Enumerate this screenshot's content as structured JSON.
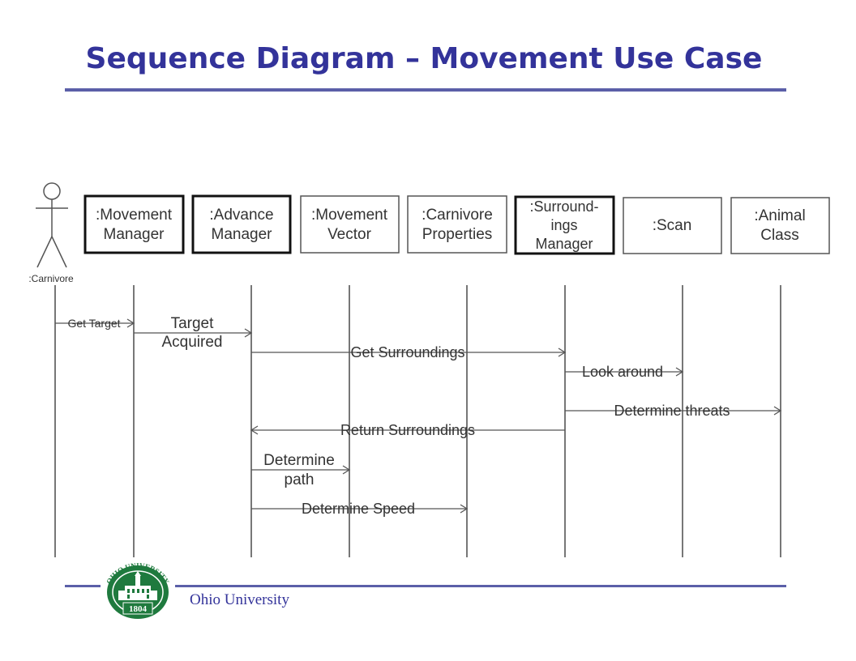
{
  "slide": {
    "title": "Sequence Diagram – Movement Use Case",
    "footer": "Ohio University"
  },
  "logo": {
    "top_text": "OHIO UNIVERSITY",
    "year": "1804",
    "color": "#1f7a3e"
  },
  "colors": {
    "title": "#33339a",
    "rule": "#5b5fa8",
    "diagram_ink": "#555555"
  },
  "actor": {
    "label": ":Carnivore"
  },
  "objects": [
    {
      "id": "movement-manager",
      "lines": [
        ":Movement",
        "Manager"
      ],
      "bold": true
    },
    {
      "id": "advance-manager",
      "lines": [
        ":Advance",
        "Manager"
      ],
      "bold": true
    },
    {
      "id": "movement-vector",
      "lines": [
        ":Movement",
        "Vector"
      ],
      "bold": false
    },
    {
      "id": "carnivore-properties",
      "lines": [
        ":Carnivore",
        "Properties"
      ],
      "bold": false
    },
    {
      "id": "surroundings-manager",
      "lines": [
        ":Surround-",
        "ings",
        "Manager"
      ],
      "bold": true
    },
    {
      "id": "scan",
      "lines": [
        ":Scan"
      ],
      "bold": false
    },
    {
      "id": "animal-class",
      "lines": [
        ":Animal",
        "Class"
      ],
      "bold": false
    }
  ],
  "messages": [
    {
      "from": "carnivore",
      "to": "movement-manager",
      "lines": [
        "Get Target"
      ]
    },
    {
      "from": "movement-manager",
      "to": "advance-manager",
      "lines": [
        "Target",
        "Acquired"
      ]
    },
    {
      "from": "advance-manager",
      "to": "surroundings-manager",
      "lines": [
        "Get Surroundings"
      ]
    },
    {
      "from": "surroundings-manager",
      "to": "scan",
      "lines": [
        "Look around"
      ]
    },
    {
      "from": "surroundings-manager",
      "to": "animal-class",
      "lines": [
        "Determine threats"
      ]
    },
    {
      "from": "surroundings-manager",
      "to": "advance-manager",
      "lines": [
        "Return Surroundings"
      ]
    },
    {
      "from": "advance-manager",
      "to": "movement-vector",
      "lines": [
        "Determine",
        "path"
      ]
    },
    {
      "from": "advance-manager",
      "to": "carnivore-properties",
      "lines": [
        "Determine Speed"
      ]
    }
  ]
}
